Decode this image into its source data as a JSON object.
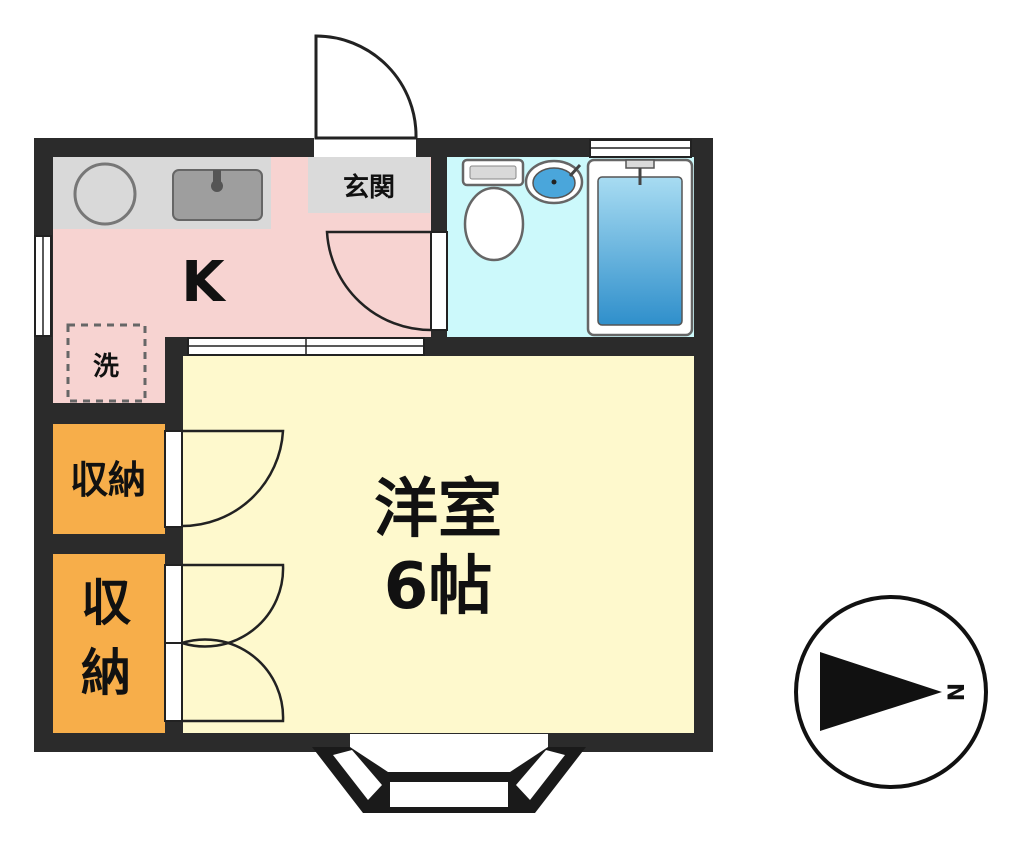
{
  "labels": {
    "kitchen": "K",
    "entrance": "玄関",
    "washer": "洗",
    "storage_upper": "収納",
    "storage_lower_1": "収",
    "storage_lower_2": "納",
    "western_room": "洋室",
    "room_size": "6帖",
    "compass_letter": "N"
  },
  "colors": {
    "wall": "#2b2b2b",
    "kitchen_floor": "#f7d3d1",
    "bath_floor": "#ccf9fb",
    "western_floor": "#fef9cd",
    "storage": "#f7ae4a",
    "counter": "#d9d9d9",
    "entrance_area": "#dadada",
    "tub_water": "#4aa6db"
  }
}
